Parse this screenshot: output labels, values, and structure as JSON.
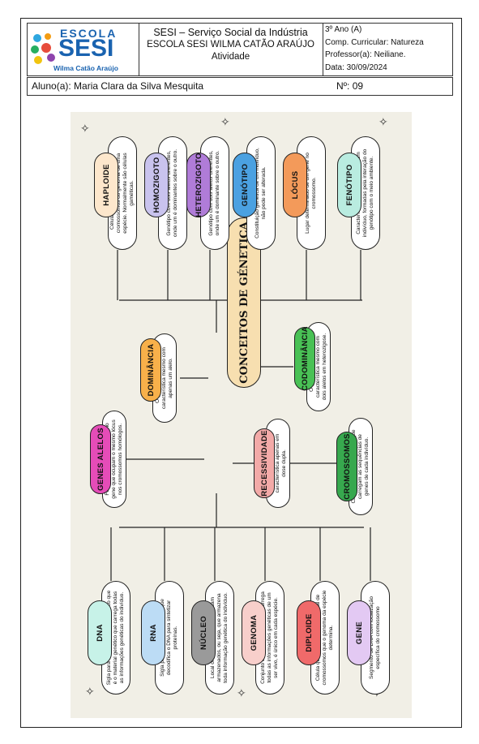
{
  "header": {
    "logo": {
      "top": "ESCOLA",
      "main": "SESI",
      "sub": "Wilma Catão Araújo"
    },
    "center": [
      "SESI – Serviço Social da Indústria",
      "ESCOLA SESI WILMA CATÃO ARAÚJO",
      "Atividade"
    ],
    "right": [
      "3º Ano (A)",
      "Comp. Curricular: Natureza",
      "Professor(a): Neiliane.",
      "Data: 30/09/2024"
    ]
  },
  "student": {
    "name": "Aluno(a): Maria Clara da Silva Mesquita",
    "number": "Nº: 09"
  },
  "map": {
    "center": "CONCEITOS DE GÉNETICA",
    "top": [
      {
        "title": "HAPLOIDE",
        "desc": "Célula que contém metade dos cromossomos do genoma de uma espécie. Normalmente são células gaméticas.",
        "color": "#fde7cc"
      },
      {
        "title": "HOMOZIGOTO",
        "desc": "Genótipo com dois alelos diferentes, onde um é dominantes sobre o outro.",
        "color": "#c9c3ee"
      },
      {
        "title": "HETEROZIGOTO",
        "desc": "Genótipo com dois alelos diferentes, onde um é dominante sobre o outro.",
        "color": "#b07cd8"
      },
      {
        "title": "GENÓTIPO",
        "desc": "Constituição genética de um indivíduo, não pode ser alterada.",
        "color": "#4ba1e1"
      },
      {
        "title": "LÓCUS",
        "desc": "Lugar determinado de um gene no cromossomo.",
        "color": "#f39a5a"
      },
      {
        "title": "FENÓTIPO",
        "desc": "Características observáveis em um indivíduo, formadas pela interação do genótipo com o meio ambiente.",
        "color": "#b9ece0"
      }
    ],
    "middle": [
      {
        "title": "DOMINÂNCIA",
        "desc": "O gene expressa sua característica mesmo com apenas um alelo.",
        "color": "#f8b04a"
      },
      {
        "title": "CODOMINÂNCIA",
        "desc": "O gene expressa sua característica mesmo com dois alelos em heterozigose.",
        "color": "#49c155"
      },
      {
        "title": "GENES ALELOS",
        "desc": "Formas alternativas do mesmo gene que ocupam o mesmo lócus nos cromossomos homólogos.",
        "color": "#e54cb8"
      },
      {
        "title": "RECESSIVIDADE",
        "desc": "O gene expressa sua característica apenas em dose dupla.",
        "color": "#f3aaa8"
      },
      {
        "title": "CROMOSSOMOS",
        "desc": "Cadeias de DNA enroladas que carregam as sequências de genes de cada indivíduo.",
        "color": "#37a84e"
      }
    ],
    "bottom": [
      {
        "title": "DNA",
        "desc": "Sigla para ácido desoxirribonucleico que é o material genético que carrega todas as informações genéticas do indivíduo.",
        "color": "#c7f2e8"
      },
      {
        "title": "RNA",
        "desc": "Sigla para ácido ribonucleico que decodifica o DNA para sintetizar proteínas.",
        "color": "#bcdcf5"
      },
      {
        "title": "NÚCLEO",
        "desc": "Local onde os cromossomos ficam armazenados, ou seja, que armazena toda informação genética do indivíduo.",
        "color": "#9a9a9a"
      },
      {
        "title": "GENOMA",
        "desc": "Conjunto de cromossomos que carrega todas as informações genéticas de um ser vivo, é único em cada espécie.",
        "color": "#f8cfcb"
      },
      {
        "title": "DIPLOIDE",
        "desc": "Célula que contém o número total de cromossomos que o genoma da espécie determina.",
        "color": "#f06a6a"
      },
      {
        "title": "GENE",
        "desc": "Segmento de DNA com localização específica do cromossomo",
        "color": "#e3c9f3"
      }
    ]
  }
}
